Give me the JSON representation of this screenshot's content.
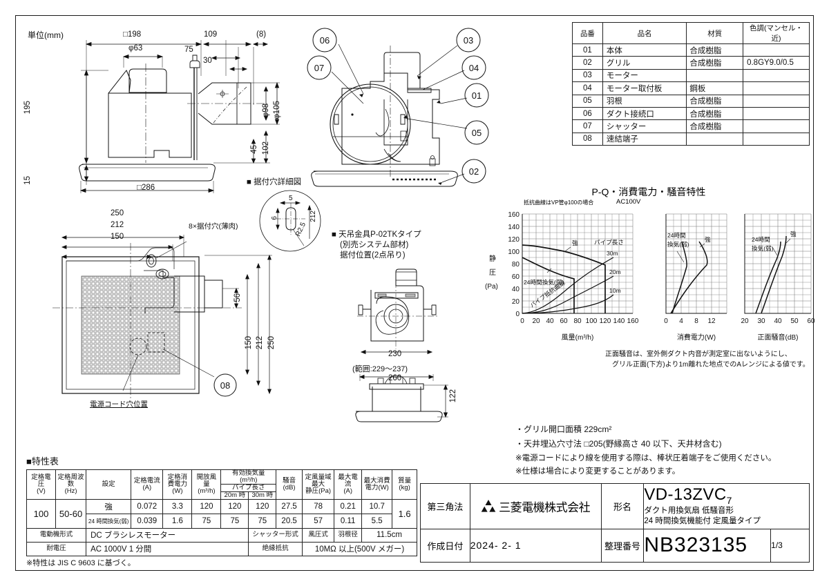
{
  "sheet": {
    "unit_note": "単位(mm)"
  },
  "parts_table": {
    "headers": [
      "品番",
      "品名",
      "材質",
      "色調(マンセル・近)"
    ],
    "rows": [
      {
        "no": "01",
        "name": "本体",
        "material": "合成樹脂",
        "color": ""
      },
      {
        "no": "02",
        "name": "グリル",
        "material": "合成樹脂",
        "color": "0.8GY9.0/0.5"
      },
      {
        "no": "03",
        "name": "モーター",
        "material": "",
        "color": ""
      },
      {
        "no": "04",
        "name": "モーター取付板",
        "material": "鋼板",
        "color": ""
      },
      {
        "no": "05",
        "name": "羽根",
        "material": "合成樹脂",
        "color": ""
      },
      {
        "no": "06",
        "name": "ダクト接続口",
        "material": "合成樹脂",
        "color": ""
      },
      {
        "no": "07",
        "name": "シャッター",
        "material": "合成樹脂",
        "color": ""
      },
      {
        "no": "08",
        "name": "速結端子",
        "material": "",
        "color": ""
      }
    ]
  },
  "side_view": {
    "dims": {
      "w198": "□198",
      "d109": "109",
      "d8": "(8)",
      "phi63": "φ63",
      "d75": "75",
      "d30": "30",
      "h195": "195",
      "h15": "15",
      "w286": "□286",
      "phi105": "φ105",
      "phi98": "φ98",
      "d102": "102",
      "d45": "45"
    }
  },
  "section_view": {
    "callouts": [
      "06",
      "07",
      "03",
      "04",
      "01",
      "05",
      "02"
    ]
  },
  "hole_detail": {
    "title": "■ 据付穴詳細図",
    "dims": {
      "a5": "5",
      "a6": "6",
      "r": "R2.5",
      "v212": "212"
    }
  },
  "plan_view": {
    "dims": {
      "t250": "250",
      "t212": "212",
      "t150": "150",
      "r56": "56",
      "r150": "150",
      "r212": "212",
      "r250": "250"
    },
    "labels": {
      "holes": "8×据付穴(薄肉)",
      "cord": "電源コード穴位置",
      "callout08": "08"
    }
  },
  "bracket_view": {
    "title_lines": [
      "■ 天吊金具P-02TKタイプ",
      "(別売システム部材)",
      "据付位置(2点吊り)"
    ],
    "dims": {
      "w230": "230",
      "range": "(範囲:229〜237)",
      "w260": "260",
      "h122": "122"
    }
  },
  "chart_data": [
    {
      "type": "line",
      "title": "P-Q・消費電力・騒音特性",
      "subtitle_left": "抵抗曲線はVP管φ100の場合",
      "subtitle_right": "AC100V",
      "ylabel": "静圧(Pa)",
      "xlabel": "風量(m³/h)",
      "ylim": [
        0,
        160
      ],
      "xlim": [
        0,
        160
      ],
      "yticks": [
        0,
        20,
        40,
        60,
        80,
        100,
        120,
        140,
        160
      ],
      "xticks": [
        0,
        20,
        40,
        60,
        80,
        100,
        120,
        140,
        160
      ],
      "grid": true,
      "series": [
        {
          "name": "強",
          "points": [
            [
              0,
              110
            ],
            [
              20,
              108
            ],
            [
              40,
              105
            ],
            [
              60,
              100
            ],
            [
              80,
              95
            ],
            [
              100,
              88
            ],
            [
              120,
              78
            ],
            [
              120,
              0
            ]
          ]
        },
        {
          "name": "24時間換気(弱)",
          "points": [
            [
              0,
              90
            ],
            [
              20,
              80
            ],
            [
              40,
              70
            ],
            [
              60,
              62
            ],
            [
              75,
              56
            ],
            [
              75,
              0
            ]
          ]
        },
        {
          "name": "パイプ抵抗曲線 30m",
          "points": [
            [
              0,
              0
            ],
            [
              20,
              2
            ],
            [
              40,
              12
            ],
            [
              60,
              28
            ],
            [
              80,
              45
            ],
            [
              100,
              62
            ],
            [
              120,
              78
            ],
            [
              132,
              90
            ]
          ]
        },
        {
          "name": "20m",
          "points": [
            [
              0,
              0
            ],
            [
              20,
              1
            ],
            [
              40,
              7
            ],
            [
              60,
              17
            ],
            [
              80,
              28
            ],
            [
              100,
              40
            ],
            [
              120,
              52
            ],
            [
              132,
              60
            ]
          ]
        },
        {
          "name": "10m",
          "points": [
            [
              0,
              0
            ],
            [
              25,
              1
            ],
            [
              50,
              4
            ],
            [
              75,
              9
            ],
            [
              100,
              16
            ],
            [
              120,
              24
            ],
            [
              132,
              30
            ]
          ]
        }
      ],
      "annotations": [
        "強",
        "パイプ長さ",
        "30m",
        "20m",
        "10m",
        "24時間換気(弱)",
        "パイプ抵抗曲線"
      ]
    },
    {
      "type": "line",
      "xlabel": "消費電力(W)",
      "ylim": [
        0,
        160
      ],
      "xlim": [
        0,
        12
      ],
      "xticks": [
        0,
        4,
        8,
        12
      ],
      "grid": true,
      "series": [
        {
          "name": "強",
          "points": [
            [
              1.2,
              0
            ],
            [
              6,
              40
            ],
            [
              10.7,
              78
            ],
            [
              9.5,
              100
            ],
            [
              8.6,
              110
            ]
          ]
        },
        {
          "name": "24時間換気(弱)",
          "points": [
            [
              1.6,
              0
            ],
            [
              3.5,
              30
            ],
            [
              5.5,
              56
            ],
            [
              4.4,
              80
            ],
            [
              4.0,
              95
            ]
          ]
        }
      ],
      "annotations": [
        "24時間換気(弱)",
        "強"
      ]
    },
    {
      "type": "line",
      "xlabel": "正面騒音(dB)",
      "ylim": [
        0,
        160
      ],
      "xlim": [
        20,
        60
      ],
      "xticks": [
        20,
        30,
        40,
        50,
        60
      ],
      "grid": true,
      "series": [
        {
          "name": "強",
          "points": [
            [
              30,
              0
            ],
            [
              36,
              40
            ],
            [
              41,
              78
            ],
            [
              45,
              100
            ],
            [
              47,
              112
            ]
          ]
        },
        {
          "name": "24時間換気(弱)",
          "points": [
            [
              26.5,
              0
            ],
            [
              32,
              40
            ],
            [
              38,
              68
            ],
            [
              42,
              90
            ],
            [
              43,
              100
            ]
          ]
        }
      ],
      "annotations": [
        "24時間換気(弱)",
        "強"
      ]
    }
  ],
  "chart_notes": [
    "正面騒音は、室外側ダクト内音が測定室に出ないようにし、",
    "グリル正面(下方)より1m離れた地点でのAレンジによる値です。"
  ],
  "side_notes": [
    "・グリル開口面積  229cm²",
    "・天井埋込穴寸法  □205(野縁高さ 40 以下、天井材含む)",
    "※電源コードにより線を使用する際は、棒状圧着端子をご使用ください。",
    "※仕様は場合により変更することがあります。"
  ],
  "spec_table": {
    "title": "■特性表",
    "headers": {
      "voltage": "定格電圧\n(V)",
      "frequency": "定格周波数\n(Hz)",
      "setting": "設定",
      "current": "定格電流\n(A)",
      "power": "定格消費電力\n(W)",
      "openflow": "開放風量\n(m³/h)",
      "effective": "有効換気量\n(m³/h)",
      "pipe": "パイプ長さ",
      "pipe20": "20m 時",
      "pipe30": "30m 時",
      "noise": "騒音\n(dB)",
      "staticp": "定風量域最大\n静圧(Pa)",
      "maxcurrent": "最大電流\n(A)",
      "maxpower": "最大消費\n電力(W)",
      "weight": "質量\n(kg)"
    },
    "rows": [
      {
        "setting": "強",
        "current": "0.072",
        "power": "3.3",
        "openflow": "120",
        "p20": "120",
        "p30": "120",
        "noise": "27.5",
        "staticp": "78",
        "maxcurrent": "0.21",
        "maxpower": "10.7"
      },
      {
        "setting": "24 時間換気(弱)",
        "current": "0.039",
        "power": "1.6",
        "openflow": "75",
        "p20": "75",
        "p30": "75",
        "noise": "20.5",
        "staticp": "57",
        "maxcurrent": "0.11",
        "maxpower": "5.5"
      }
    ],
    "voltage": "100",
    "frequency": "50-60",
    "weight": "1.6",
    "footer": {
      "motor_label": "電動機形式",
      "motor_value": "DC ブラシレスモーター",
      "shutter_label": "シャッター形式",
      "shutter_value": "風圧式",
      "blade_label": "羽根径",
      "blade_value": "11.5cm",
      "withstand_label": "耐電圧",
      "withstand_value": "AC 1000V 1 分間",
      "insulation_label": "絶縁抵抗",
      "insulation_value": "10MΩ 以上(500V メガー)"
    },
    "note": "※特性は  JIS  C  9603  に基づく。"
  },
  "title_block": {
    "projection_label": "第三角法",
    "company": "三菱電機株式会社",
    "model_label": "形名",
    "model": "VD-13ZVC",
    "model_suffix": "7",
    "model_desc1": "ダクト用換気扇  低騒音形",
    "model_desc2": "24 時間換気機能付  定風量タイプ",
    "date_label": "作成日付",
    "date_value": "2024- 2- 1",
    "mgmt_label": "整理番号",
    "mgmt_value": "NB323135",
    "page": "1/3"
  }
}
